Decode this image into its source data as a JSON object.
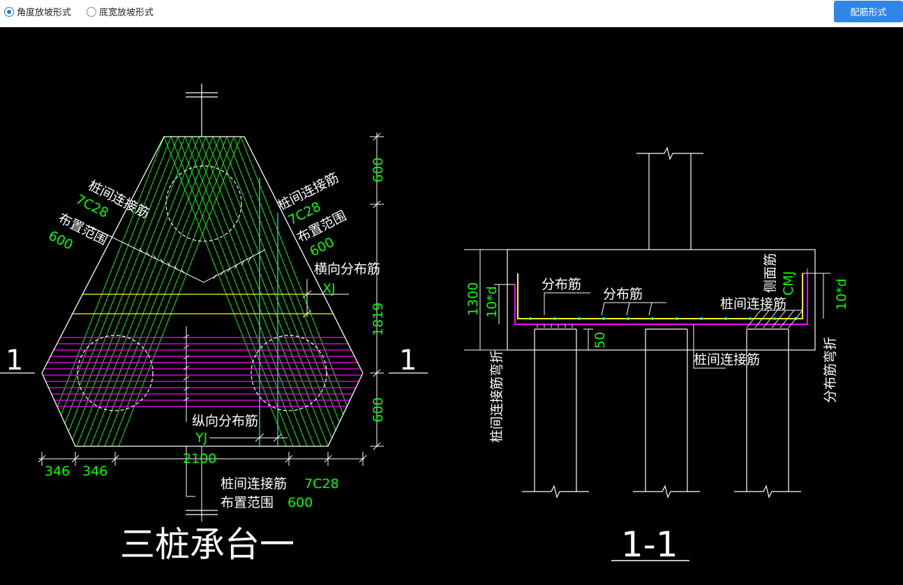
{
  "toolbar": {
    "options": [
      {
        "label": "角度放坡形式",
        "checked": true
      },
      {
        "label": "底宽放坡形式",
        "checked": false
      }
    ],
    "button_label": "配筋形式"
  },
  "drawing": {
    "plan": {
      "title": "三桩承台一",
      "section_mark": "1",
      "label_link_left": "桩间连接筋",
      "label_link_left_value": "7C28",
      "label_range_left": "布置范围",
      "label_range_left_value": "600",
      "label_link_right": "桩间连接筋",
      "label_link_right_value": "7C28",
      "label_range_right": "布置范围",
      "label_range_right_value": "600",
      "label_transverse": "横向分布筋",
      "label_xj": "XJ",
      "label_longitudinal": "纵向分布筋",
      "label_yj": "YJ",
      "label_link_bottom": "桩间连接筋",
      "label_link_bottom_value": "7C28",
      "label_range_bottom": "布置范围",
      "label_range_bottom_value": "600",
      "dim_600_top": "600",
      "dim_1819": "1819",
      "dim_600_bottom": "600",
      "dim_346_a": "346",
      "dim_346_b": "346",
      "dim_2100": "2100"
    },
    "section": {
      "title": "1-1",
      "label_dist_1": "分布筋",
      "label_dist_2": "分布筋",
      "label_side": "侧面筋",
      "label_cm": "CMJ",
      "label_link": "桩间连接筋",
      "label_link_bottom": "桩间连接筋",
      "label_link_bend": "桩间连接筋弯折",
      "label_dist_bend": "分布筋弯折",
      "dim_1300": "1300",
      "dim_10d_left": "10*d",
      "dim_10d_right": "10*d",
      "dim_50": "50"
    },
    "colors": {
      "background": "#000000",
      "line": "#ffffff",
      "green": "#00ff00",
      "yellow": "#ffff00",
      "magenta": "#ff00ff",
      "cyan": "#00ffff",
      "dim": "#00ff00"
    }
  }
}
